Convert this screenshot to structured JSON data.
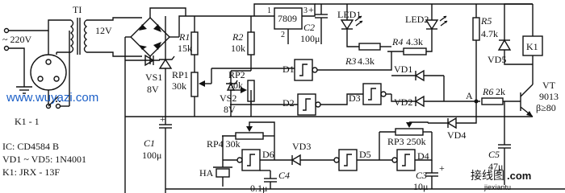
{
  "labels": {
    "mains": "~ 220V",
    "transformer": "TI",
    "secondary": "12V",
    "switch": "K1 - 1",
    "ic_note": "IC: CD4584 B",
    "diode_note": "VD1 ~ VD5: 1N4001",
    "relay_note": "K1: JRX - 13F",
    "r1_name": "R1",
    "r1_val": "15k",
    "r2_name": "R2",
    "r2_val": "10k",
    "rp1_name": "RP1",
    "rp1_val": "30k",
    "rp2_name": "RP2",
    "rp2_val": "30k",
    "vs1_name": "VS1",
    "vs1_val": "8V",
    "vs2_name": "VS2",
    "vs2_val": "8V",
    "regulator": "7809",
    "pin1": "1",
    "pin2": "2",
    "pin3": "3",
    "c2_name": "C2",
    "c2_val": "100μ",
    "led1": "LED1",
    "led2": "LED2",
    "r3_name": "R3",
    "r3_val": "4.3k",
    "r4_name": "R4",
    "r4_val": "4.3k",
    "r5_name": "R5",
    "r5_val": "4.7k",
    "r6_name": "R6",
    "r6_val": "2k",
    "vd1": "VD1",
    "vd2": "VD2",
    "vd3": "VD3",
    "vd4": "VD4",
    "vd5": "VD5",
    "d1": "D1",
    "d2": "D2",
    "d3": "D3",
    "d4": "D4",
    "d5": "D5",
    "d6": "D6",
    "k1": "K1",
    "node_a": "A",
    "vt_name": "VT",
    "vt_part": "9013",
    "vt_beta": "β≥80",
    "c1_name": "C1",
    "c1_val": "100μ",
    "rp4": "RP4 30k",
    "rp3": "RP3 250k",
    "ha": "HA",
    "c4_name": "C4",
    "c4_val": "0.1μ",
    "c3_name": "C3",
    "c3_val": "10μ",
    "c5_name": "C5",
    "c5_val": "47μ",
    "plus": "+"
  },
  "watermark": {
    "url": "www.wuyazi.com",
    "logo_text": "接线图",
    "logo_com": ".com",
    "logo_sub": "jiexiantu"
  }
}
